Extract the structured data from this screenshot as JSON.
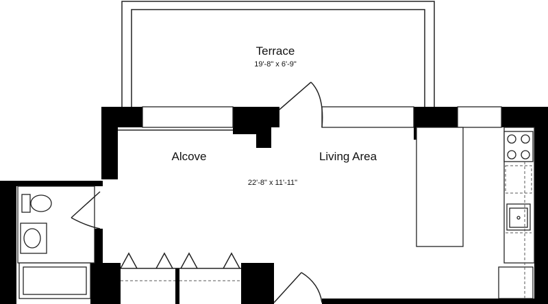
{
  "rooms": {
    "terrace": {
      "name": "Terrace",
      "dimensions": "19'-8\" x 6'-9\""
    },
    "alcove": {
      "name": "Alcove"
    },
    "living": {
      "name": "Living Area",
      "dimensions": "22'-8\" x 11'-11\""
    }
  }
}
